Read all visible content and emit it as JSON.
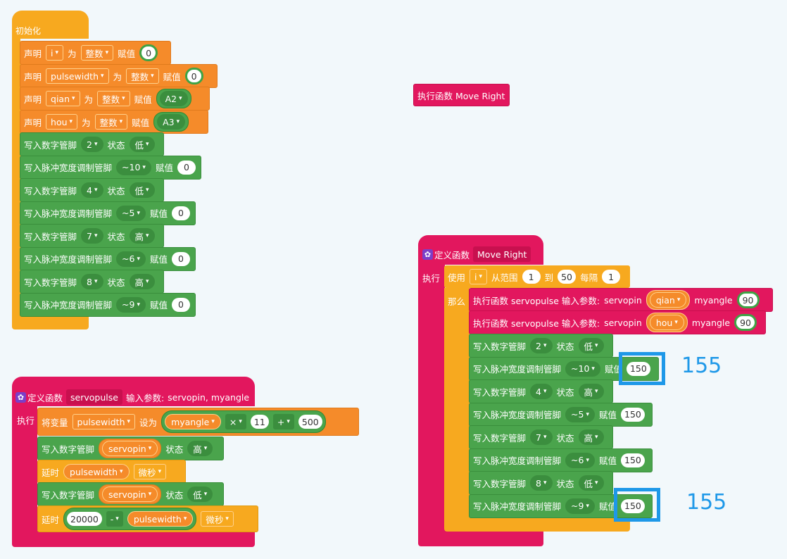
{
  "caret": "▾",
  "gear": "✿",
  "init": {
    "title": "初始化",
    "rows": [
      {
        "w1": "声明",
        "var": "i",
        "w2": "为",
        "type": "整数",
        "w3": "赋值",
        "val": "0"
      },
      {
        "w1": "声明",
        "var": "pulsewidth",
        "w2": "为",
        "type": "整数",
        "w3": "赋值",
        "val": "0"
      },
      {
        "w1": "声明",
        "var": "qian",
        "w2": "为",
        "type": "整数",
        "w3": "赋值",
        "val": "A2"
      },
      {
        "w1": "声明",
        "var": "hou",
        "w2": "为",
        "type": "整数",
        "w3": "赋值",
        "val": "A3"
      }
    ],
    "pins": [
      {
        "label": "写入数字管脚",
        "pin": "2",
        "mid": "状态",
        "val": "低"
      },
      {
        "label": "写入脉冲宽度调制管脚",
        "pin": "~10",
        "mid": "赋值",
        "val": "0"
      },
      {
        "label": "写入数字管脚",
        "pin": "4",
        "mid": "状态",
        "val": "低"
      },
      {
        "label": "写入脉冲宽度调制管脚",
        "pin": "~5",
        "mid": "赋值",
        "val": "0"
      },
      {
        "label": "写入数字管脚",
        "pin": "7",
        "mid": "状态",
        "val": "高"
      },
      {
        "label": "写入脉冲宽度调制管脚",
        "pin": "~6",
        "mid": "赋值",
        "val": "0"
      },
      {
        "label": "写入数字管脚",
        "pin": "8",
        "mid": "状态",
        "val": "高"
      },
      {
        "label": "写入脉冲宽度调制管脚",
        "pin": "~9",
        "mid": "赋值",
        "val": "0"
      }
    ]
  },
  "call_block": {
    "label": "执行函数 Move Right"
  },
  "servo_def": {
    "title": "定义函数",
    "name": "servopulse",
    "params_label": "输入参数:",
    "params": "servopin, myangle",
    "exec": "执行",
    "set_row": {
      "w1": "将变量",
      "var": "pulsewidth",
      "w2": "设为",
      "a": "myangle",
      "op1": "×",
      "b": "11",
      "op2": "+",
      "c": "500"
    },
    "dw1": {
      "label": "写入数字管脚",
      "pin": "servopin",
      "mid": "状态",
      "val": "高"
    },
    "delay1": {
      "label": "延时",
      "var": "pulsewidth",
      "unit": "微秒"
    },
    "dw2": {
      "label": "写入数字管脚",
      "pin": "servopin",
      "mid": "状态",
      "val": "低"
    },
    "delay2": {
      "label": "延时",
      "a": "20000",
      "op": "-",
      "var": "pulsewidth",
      "unit": "微秒"
    }
  },
  "move_def": {
    "title": "定义函数",
    "name": "Move Right",
    "exec": "执行",
    "loop": {
      "w1": "使用",
      "var": "i",
      "w2": "从范围",
      "from": "1",
      "w3": "到",
      "to": "50",
      "w4": "每隔",
      "step": "1",
      "then": "那么"
    },
    "calls": [
      {
        "w1": "执行函数 servopulse 输入参数:",
        "p1": "servopin",
        "pin": "qian",
        "p2": "myangle",
        "val": "90"
      },
      {
        "w1": "执行函数 servopulse 输入参数:",
        "p1": "servopin",
        "pin": "hou",
        "p2": "myangle",
        "val": "90"
      }
    ],
    "pins": [
      {
        "label": "写入数字管脚",
        "pin": "2",
        "mid": "状态",
        "val": "低"
      },
      {
        "label": "写入脉冲宽度调制管脚",
        "pin": "~10",
        "mid": "赋值",
        "val": "150"
      },
      {
        "label": "写入数字管脚",
        "pin": "4",
        "mid": "状态",
        "val": "高"
      },
      {
        "label": "写入脉冲宽度调制管脚",
        "pin": "~5",
        "mid": "赋值",
        "val": "150"
      },
      {
        "label": "写入数字管脚",
        "pin": "7",
        "mid": "状态",
        "val": "高"
      },
      {
        "label": "写入脉冲宽度调制管脚",
        "pin": "~6",
        "mid": "赋值",
        "val": "150"
      },
      {
        "label": "写入数字管脚",
        "pin": "8",
        "mid": "状态",
        "val": "低"
      },
      {
        "label": "写入脉冲宽度调制管脚",
        "pin": "~9",
        "mid": "赋值",
        "val": "150"
      }
    ]
  },
  "annotations": [
    {
      "text": "155"
    },
    {
      "text": "155"
    }
  ],
  "colors": {
    "orange": "#f7a91f",
    "dark_orange": "#f58b2a",
    "green": "#4aa44c",
    "crimson": "#e2175e",
    "annotation": "#1e98e8"
  }
}
